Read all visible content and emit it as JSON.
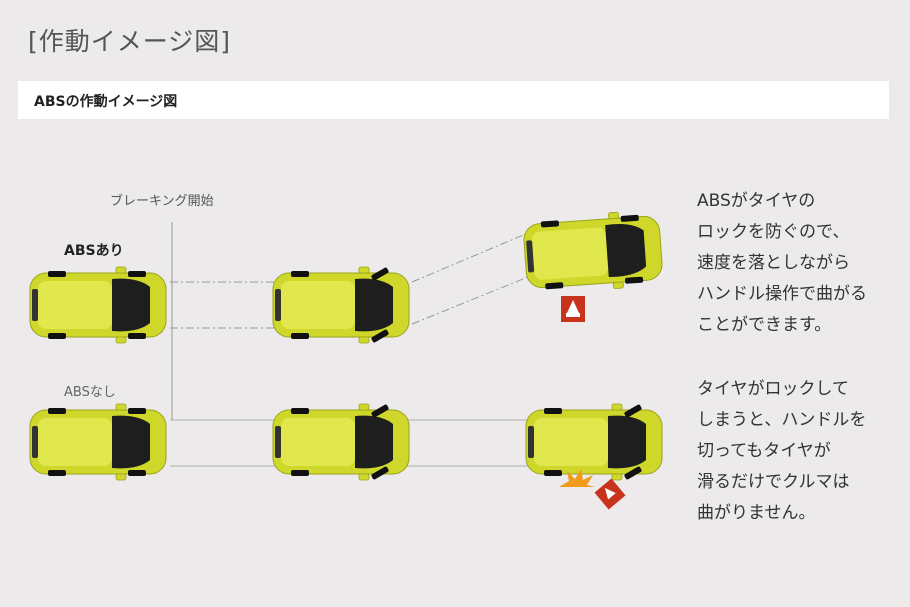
{
  "header": {
    "title": "[作動イメージ図]"
  },
  "section": {
    "title": "ABSの作動イメージ図"
  },
  "diagram": {
    "brake_start_label": "ブレーキング開始",
    "abs_on_label": "ABSあり",
    "abs_off_label": "ABSなし"
  },
  "descriptions": {
    "abs_on": [
      "ABSがタイヤの",
      "ロックを防ぐので、",
      "速度を落としながら",
      "ハンドル操作で曲がる",
      "ことができます。"
    ],
    "abs_off": [
      "タイヤがロックして",
      "しまうと、ハンドルを",
      "切ってもタイヤが",
      "滑るだけでクルマは",
      "曲がりません。"
    ]
  },
  "colors": {
    "car_body": "#cfd82a",
    "car_highlight": "#e8ef6a",
    "roof": "#1e1e1e",
    "tire": "#111111",
    "cone_red": "#c8331e",
    "burst_orange": "#f29a1a",
    "line": "#9a9a9a",
    "background": "#eceaeb"
  },
  "icons": [
    "traffic-cone-icon",
    "crash-burst-icon"
  ]
}
